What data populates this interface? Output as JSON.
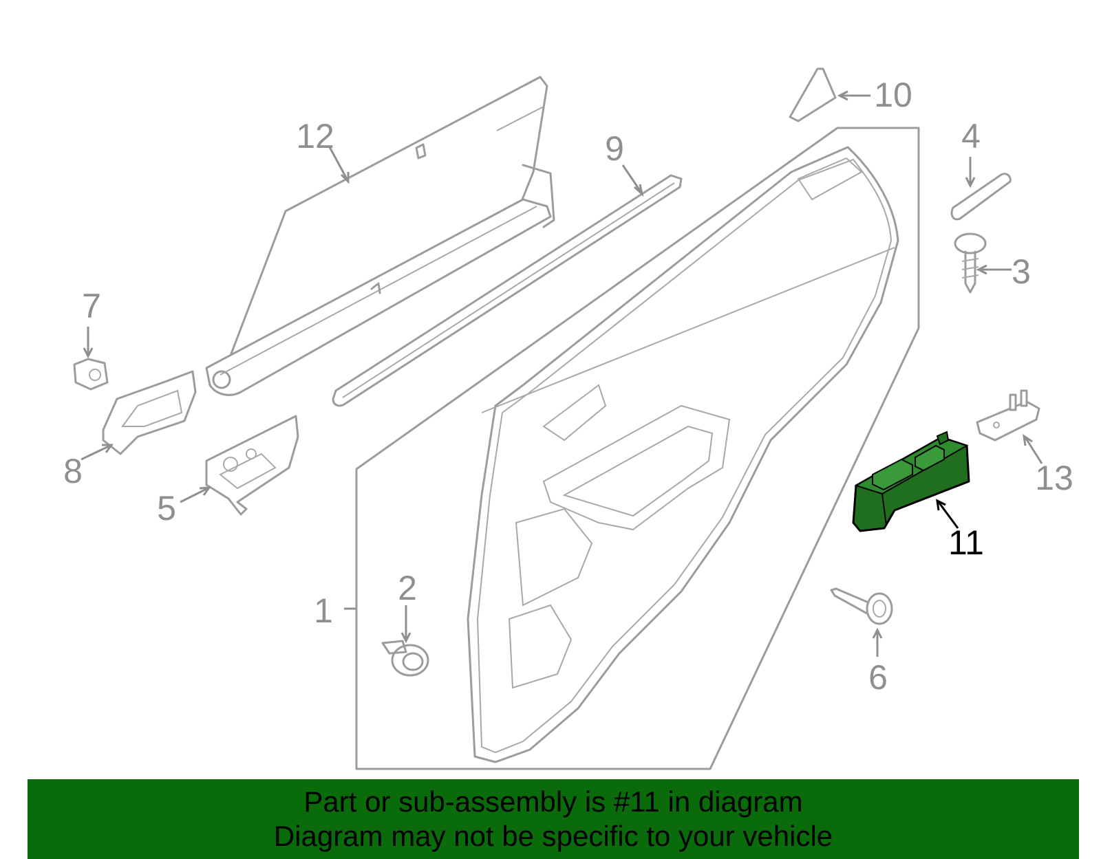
{
  "diagram": {
    "highlight_color": "#0a6b0a",
    "callouts": [
      {
        "id": "1",
        "text": "1"
      },
      {
        "id": "2",
        "text": "2"
      },
      {
        "id": "3",
        "text": "3"
      },
      {
        "id": "4",
        "text": "4"
      },
      {
        "id": "5",
        "text": "5"
      },
      {
        "id": "6",
        "text": "6"
      },
      {
        "id": "7",
        "text": "7"
      },
      {
        "id": "8",
        "text": "8"
      },
      {
        "id": "9",
        "text": "9"
      },
      {
        "id": "10",
        "text": "10"
      },
      {
        "id": "11",
        "text": "11",
        "highlighted": true
      },
      {
        "id": "12",
        "text": "12"
      },
      {
        "id": "13",
        "text": "13"
      }
    ]
  },
  "banner": {
    "line1": "Part or sub-assembly is #11 in diagram",
    "line2": "Diagram may not be specific to your vehicle",
    "background": "#0a6b0a"
  }
}
